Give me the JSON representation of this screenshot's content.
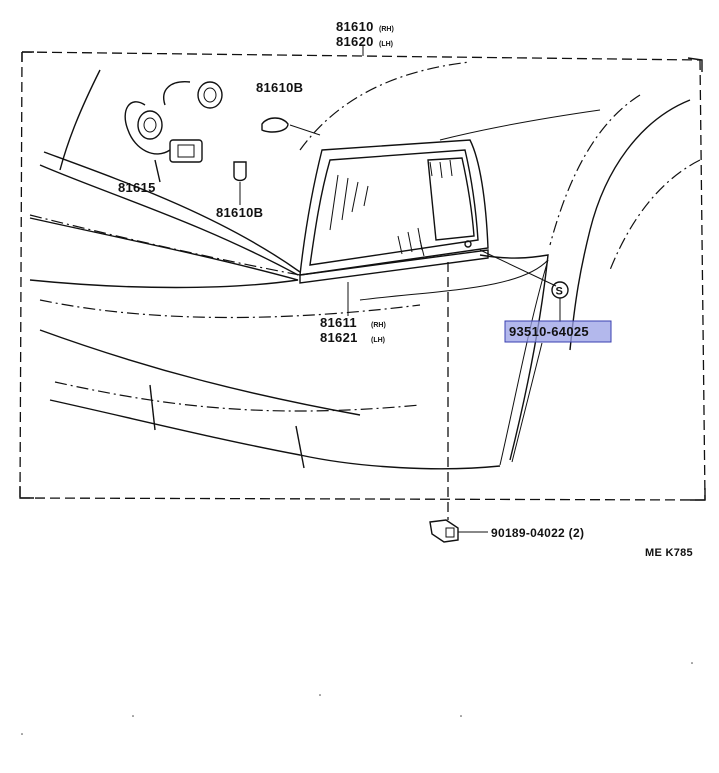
{
  "callouts": {
    "top_main": "81610",
    "top_main_side": "(RH)",
    "top_alt": "81620",
    "top_alt_side": "(LH)",
    "bulb_small_a": "81610B",
    "socket": "81615",
    "bulb_small_b": "81610B",
    "lens_main": "81611",
    "lens_main_side": "(RH)",
    "lens_alt": "81621",
    "lens_alt_side": "(LH)",
    "screw": "93510-64025",
    "clip": "90189-04022 (2)"
  },
  "diagram_code": "ME K785",
  "highlight_color": "#9aa0e6"
}
